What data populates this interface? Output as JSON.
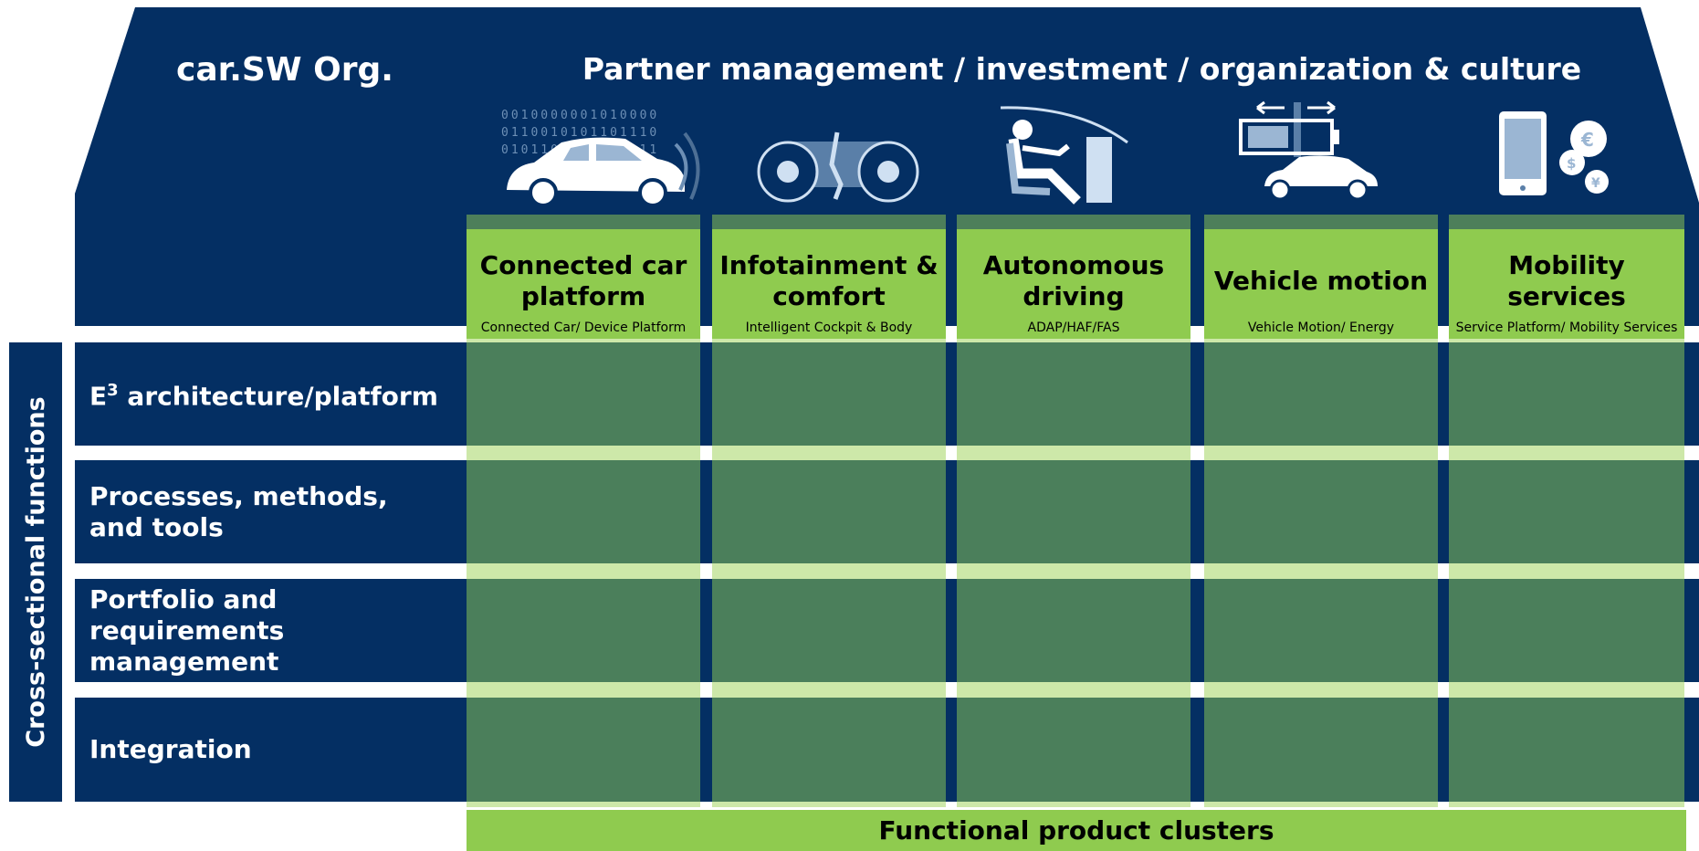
{
  "organization": "car.SW Org.",
  "top_banner": "Partner management / investment / organization & culture",
  "columns": [
    {
      "title": "Connected car platform",
      "subtitle": "Connected Car/ Device Platform",
      "icon": "connected-car-icon"
    },
    {
      "title": "Infotainment & comfort",
      "subtitle": "Intelligent Cockpit & Body",
      "icon": "cockpit-dashboard-icon"
    },
    {
      "title": "Autonomous driving",
      "subtitle": "ADAP/HAF/FAS",
      "icon": "relaxed-driver-icon"
    },
    {
      "title": "Vehicle motion",
      "subtitle": "Vehicle Motion/ Energy",
      "icon": "battery-car-icon"
    },
    {
      "title": "Mobility services",
      "subtitle": "Service Platform/ Mobility Services",
      "icon": "phone-money-icon"
    }
  ],
  "rows": [
    {
      "label_main": "E",
      "label_sup": "3",
      "label_rest": " architecture/platform"
    },
    {
      "label_main": "Processes, methods,",
      "label_line2": "and tools"
    },
    {
      "label_main": "Portfolio and requirements",
      "label_line2": "management"
    },
    {
      "label_main": "Integration"
    }
  ],
  "side_label": "Cross-sectional functions",
  "footer": "Functional product clusters",
  "binary_text": [
    "0010000001010000",
    "0110010101101110",
    "0101101011010011"
  ],
  "colors": {
    "navy": "#042f63",
    "light_green": "#8fcb4f",
    "dark_green": "#4b7f5b",
    "pale_green": "#cde8a9"
  }
}
